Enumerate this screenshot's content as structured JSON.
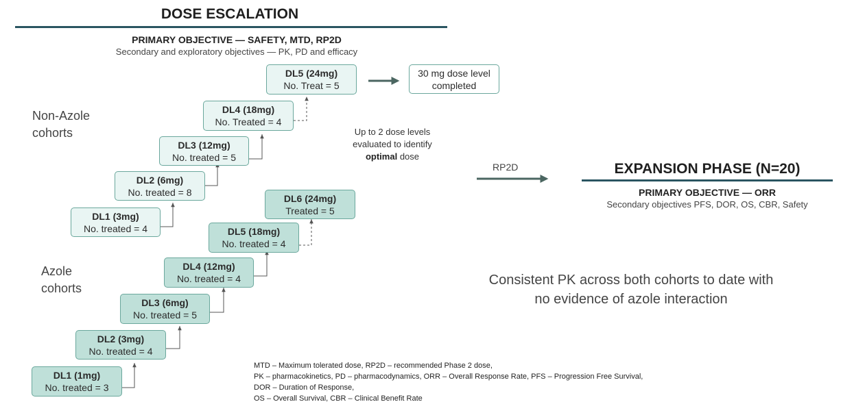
{
  "dose_escalation": {
    "title": "DOSE ESCALATION",
    "primary_objective": "PRIMARY OBJECTIVE — SAFETY, MTD, RP2D",
    "secondary_objectives": "Secondary and exploratory objectives — PK, PD and efficacy"
  },
  "non_azole": {
    "label_line1": "Non-Azole",
    "label_line2": "cohorts",
    "levels": [
      {
        "level": "DL1 (3mg)",
        "treated": "No. treated = 4"
      },
      {
        "level": "DL2 (6mg)",
        "treated": "No. treated = 8"
      },
      {
        "level": "DL3 (12mg)",
        "treated": "No. treated = 5"
      },
      {
        "level": "DL4 (18mg)",
        "treated": "No. Treated = 4"
      },
      {
        "level": "DL5 (24mg)",
        "treated": "No. Treat = 5"
      }
    ],
    "completed_line1": "30 mg dose level",
    "completed_line2": "completed"
  },
  "azole": {
    "label_line1": "Azole",
    "label_line2": "cohorts",
    "levels": [
      {
        "level": "DL1 (1mg)",
        "treated": "No. treated = 3"
      },
      {
        "level": "DL2 (3mg)",
        "treated": "No. treated = 4"
      },
      {
        "level": "DL3 (6mg)",
        "treated": "No. treated = 5"
      },
      {
        "level": "DL4 (12mg)",
        "treated": "No. treated = 4"
      },
      {
        "level": "DL5 (18mg)",
        "treated": "No. treated = 4"
      },
      {
        "level": "DL6 (24mg)",
        "treated": "Treated = 5"
      }
    ]
  },
  "optimal_note": {
    "line1": "Up to 2 dose levels",
    "line2": "evaluated to identify",
    "line3_bold": "optimal",
    "line3_rest": " dose"
  },
  "rp2d_arrow_label": "RP2D",
  "expansion": {
    "title": "EXPANSION PHASE (N=20)",
    "primary_objective": "PRIMARY OBJECTIVE — ORR",
    "secondary_objectives": "Secondary objectives PFS, DOR, OS, CBR, Safety"
  },
  "pk_statement": {
    "line1": "Consistent PK across both cohorts to date with",
    "line2": "no evidence of azole interaction"
  },
  "abbreviations": [
    "MTD – Maximum tolerated dose, RP2D – recommended Phase 2 dose,",
    "PK – pharmacokinetics, PD – pharmacodynamics, ORR – Overall Response Rate, PFS – Progression Free Survival,",
    "DOR – Duration of Response,",
    "OS – Overall Survival, CBR – Clinical Benefit Rate"
  ],
  "colors": {
    "rule": "#2a5561",
    "non_azole_fill": "#e9f5f3",
    "azole_fill": "#bfe0d9",
    "box_border": "#6aa79c",
    "arrow": "#4b6661"
  }
}
